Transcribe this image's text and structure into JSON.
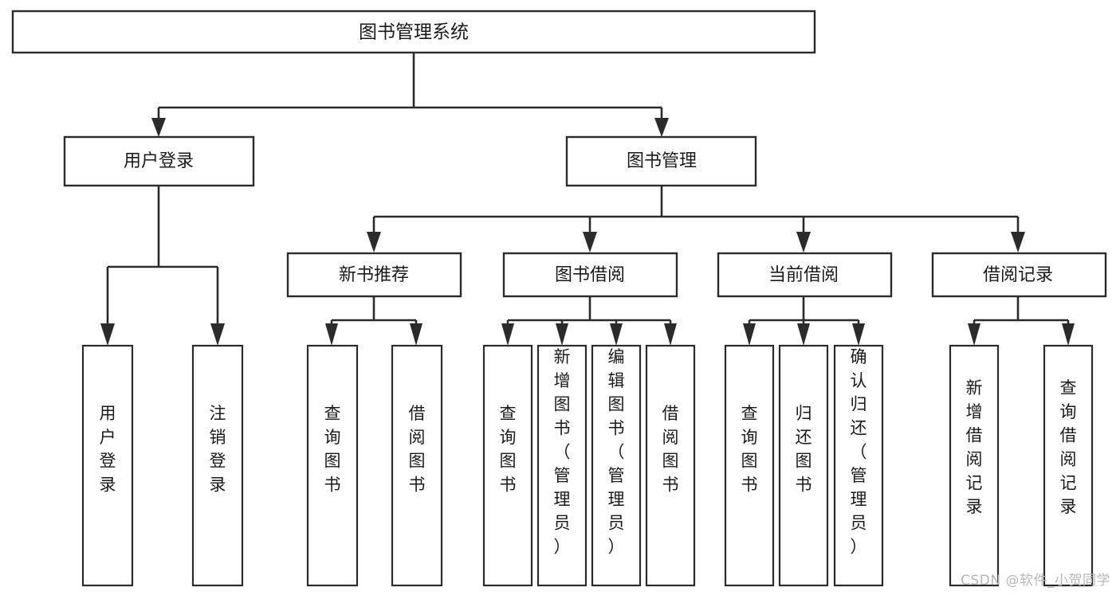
{
  "diagram": {
    "type": "tree-hierarchy",
    "title": "图书管理系统",
    "watermark": "CSDN @软件_小贺同学",
    "colors": {
      "box_fill": "#ffffff",
      "box_stroke": "#2b2b2b",
      "line": "#2b2b2b",
      "text": "#1a1a1a",
      "background": "#ffffff",
      "watermark": "#b7b7b7"
    },
    "levels": {
      "root": {
        "label": "图书管理系统",
        "orientation": "horizontal"
      },
      "level2": [
        {
          "label": "用户登录",
          "orientation": "horizontal"
        },
        {
          "label": "图书管理",
          "orientation": "horizontal"
        }
      ],
      "level3": [
        {
          "label": "新书推荐",
          "orientation": "horizontal",
          "parent": "图书管理"
        },
        {
          "label": "图书借阅",
          "orientation": "horizontal",
          "parent": "图书管理"
        },
        {
          "label": "当前借阅",
          "orientation": "horizontal",
          "parent": "图书管理"
        },
        {
          "label": "借阅记录",
          "orientation": "horizontal",
          "parent": "图书管理"
        }
      ],
      "leaves": [
        {
          "label": "用户登录",
          "orientation": "vertical",
          "parent": "用户登录"
        },
        {
          "label": "注销登录",
          "orientation": "vertical",
          "parent": "用户登录"
        },
        {
          "label": "查询图书",
          "orientation": "vertical",
          "parent": "新书推荐"
        },
        {
          "label": "借阅图书",
          "orientation": "vertical",
          "parent": "新书推荐"
        },
        {
          "label": "查询图书",
          "orientation": "vertical",
          "parent": "图书借阅"
        },
        {
          "label": "新增图书（管理员）",
          "orientation": "vertical",
          "parent": "图书借阅"
        },
        {
          "label": "编辑图书（管理员）",
          "orientation": "vertical",
          "parent": "图书借阅"
        },
        {
          "label": "借阅图书",
          "orientation": "vertical",
          "parent": "图书借阅"
        },
        {
          "label": "查询图书",
          "orientation": "vertical",
          "parent": "当前借阅"
        },
        {
          "label": "归还图书",
          "orientation": "vertical",
          "parent": "当前借阅"
        },
        {
          "label": "确认归还（管理员）",
          "orientation": "vertical",
          "parent": "当前借阅"
        },
        {
          "label": "新增借阅记录",
          "orientation": "vertical",
          "parent": "借阅记录"
        },
        {
          "label": "查询借阅记录",
          "orientation": "vertical",
          "parent": "借阅记录"
        }
      ]
    }
  }
}
